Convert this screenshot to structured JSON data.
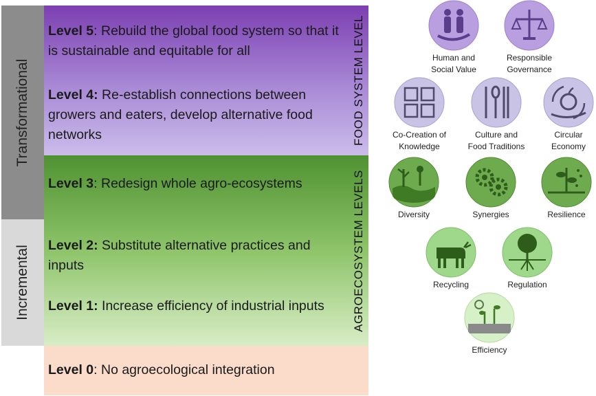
{
  "side_labels": {
    "transformational": "Transformational",
    "incremental": "Incremental"
  },
  "vertical_labels": {
    "food_system": "FOOD SYSTEM LEVEL",
    "agroecosystem": "AGROECOSYSTEM LEVELS"
  },
  "levels": [
    {
      "title": "Level 5",
      "sep": ": ",
      "text": "Rebuild the global food system so that it is sustainable and equitable for all"
    },
    {
      "title": "Level 4:",
      "sep": " ",
      "text": "Re-establish connections between growers and eaters, develop alternative food networks"
    },
    {
      "title": "Level 3",
      "sep": ": ",
      "text": "Redesign whole agro-ecosystems"
    },
    {
      "title": "Level 2:",
      "sep": " ",
      "text": "Substitute alternative practices and inputs"
    },
    {
      "title": "Level 1:",
      "sep": " ",
      "text": "Increase efficiency of industrial inputs"
    },
    {
      "title": "Level 0",
      "sep": ": ",
      "text": "No agroecological integration"
    }
  ],
  "icons": [
    {
      "name": "human-social-value-icon",
      "line1": "Human and",
      "line2": "Social Value",
      "color": "#b99fe0"
    },
    {
      "name": "responsible-governance-icon",
      "line1": "Responsible",
      "line2": "Governance",
      "color": "#b99fe0"
    },
    {
      "name": "co-creation-icon",
      "line1": "Co-Creation of",
      "line2": "Knowledge",
      "color": "#c9c3e6"
    },
    {
      "name": "culture-food-traditions-icon",
      "line1": "Culture and",
      "line2": "Food Traditions",
      "color": "#c9c3e6"
    },
    {
      "name": "circular-economy-icon",
      "line1": "Circular",
      "line2": "Economy",
      "color": "#c9c3e6"
    },
    {
      "name": "diversity-icon",
      "line1": "Diversity",
      "line2": "",
      "color": "#6eaa4e"
    },
    {
      "name": "synergies-icon",
      "line1": "Synergies",
      "line2": "",
      "color": "#6eaa4e"
    },
    {
      "name": "resilience-icon",
      "line1": "Resilience",
      "line2": "",
      "color": "#6eaa4e"
    },
    {
      "name": "recycling-icon",
      "line1": "Recycling",
      "line2": "",
      "color": "#9fd88a"
    },
    {
      "name": "regulation-icon",
      "line1": "Regulation",
      "line2": "",
      "color": "#9fd88a"
    },
    {
      "name": "efficiency-icon",
      "line1": "Efficiency",
      "line2": "",
      "color": "#d6f0c8"
    }
  ]
}
